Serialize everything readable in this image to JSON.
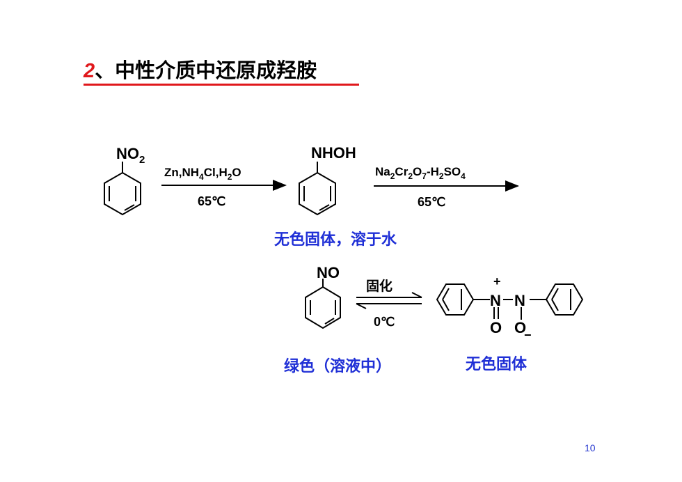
{
  "heading": {
    "number": "2",
    "text": "、中性介质中还原成羟胺"
  },
  "structures": {
    "nitrobenzene_group": "NO",
    "nitrobenzene_sub": "2",
    "phenylhydroxylamine_group": "NHOH",
    "nitrosobenzene_group": "NO",
    "azoxy_N": "N",
    "azoxy_O": "O",
    "plus_charge": "+",
    "minus_charge": "−"
  },
  "step1": {
    "reagent_parts": [
      "Zn,NH",
      "4",
      "Cl,H",
      "2",
      "O"
    ],
    "condition": "65℃"
  },
  "step2": {
    "reagent_parts": [
      "Na",
      "2",
      "Cr",
      "2",
      "O",
      "7",
      "-H",
      "2",
      "SO",
      "4"
    ],
    "condition": "65℃"
  },
  "equilibrium": {
    "forward": "固化",
    "reverse": "0℃"
  },
  "labels": {
    "hydroxylamine_note": "无色固体，溶于水",
    "nitroso_note": "绿色（溶液中）",
    "dimer_note": "无色固体"
  },
  "page_number": "10",
  "colors": {
    "accent_red": "#e0181c",
    "label_blue": "#1f2fd6"
  }
}
